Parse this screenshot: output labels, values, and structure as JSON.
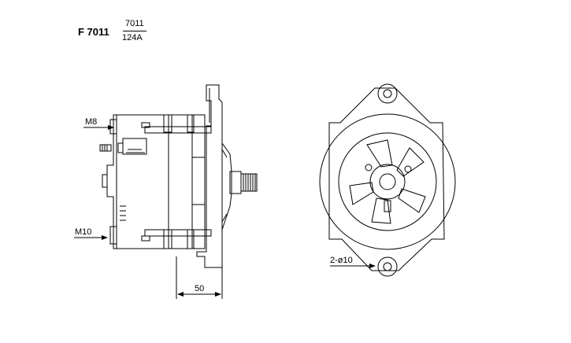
{
  "header": {
    "model_code": "F 7011",
    "ref_numerator": "7011",
    "ref_denominator": "124A"
  },
  "side_view": {
    "callout_thread_top": "M8",
    "callout_thread_bottom": "M10",
    "dimension_length": "50"
  },
  "front_view": {
    "callout_mount_holes": "2-ø10"
  },
  "colors": {
    "line": "#000000",
    "background": "#ffffff"
  }
}
